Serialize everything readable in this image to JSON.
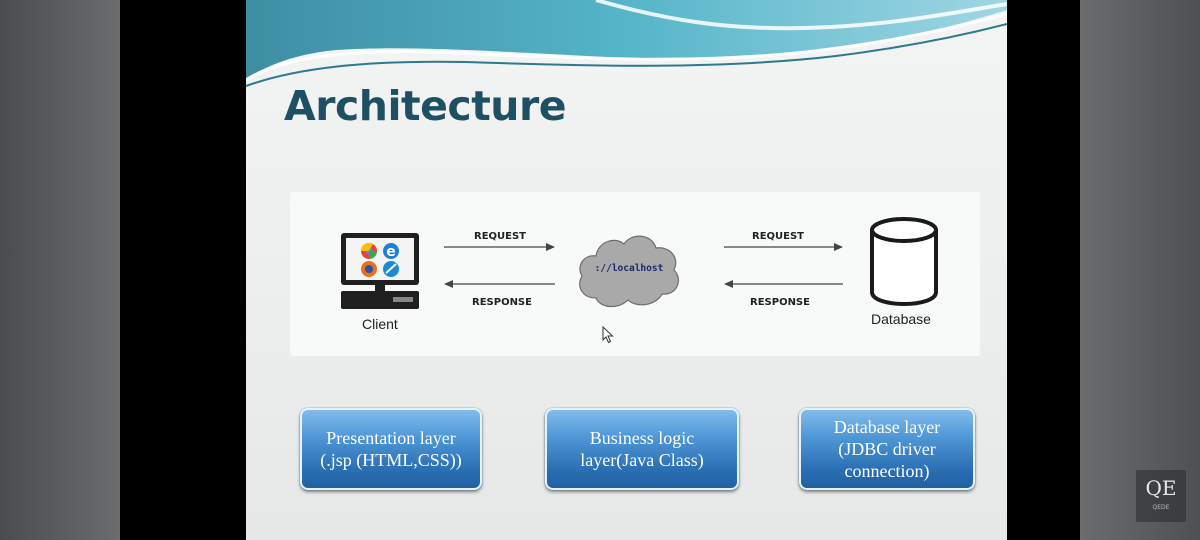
{
  "slide": {
    "title": "Architecture"
  },
  "diagram": {
    "client_label": "Client",
    "database_label": "Database",
    "server_text": "://localhost",
    "left_request": "REQUEST",
    "left_response": "RESPONSE",
    "right_request": "REQUEST",
    "right_response": "RESPONSE"
  },
  "layers": [
    {
      "text": "Presentation layer\n(.jsp (HTML,CSS))"
    },
    {
      "text": "Business logic\nlayer(Java Class)"
    },
    {
      "text": "Database layer\n(JDBC driver\nconnection)"
    }
  ],
  "watermark": {
    "main": "QE",
    "sub": "QEDE"
  },
  "colors": {
    "title": "#1f4f63",
    "layer_box": "#2a6fb4",
    "wave": "#3aa0b8"
  }
}
